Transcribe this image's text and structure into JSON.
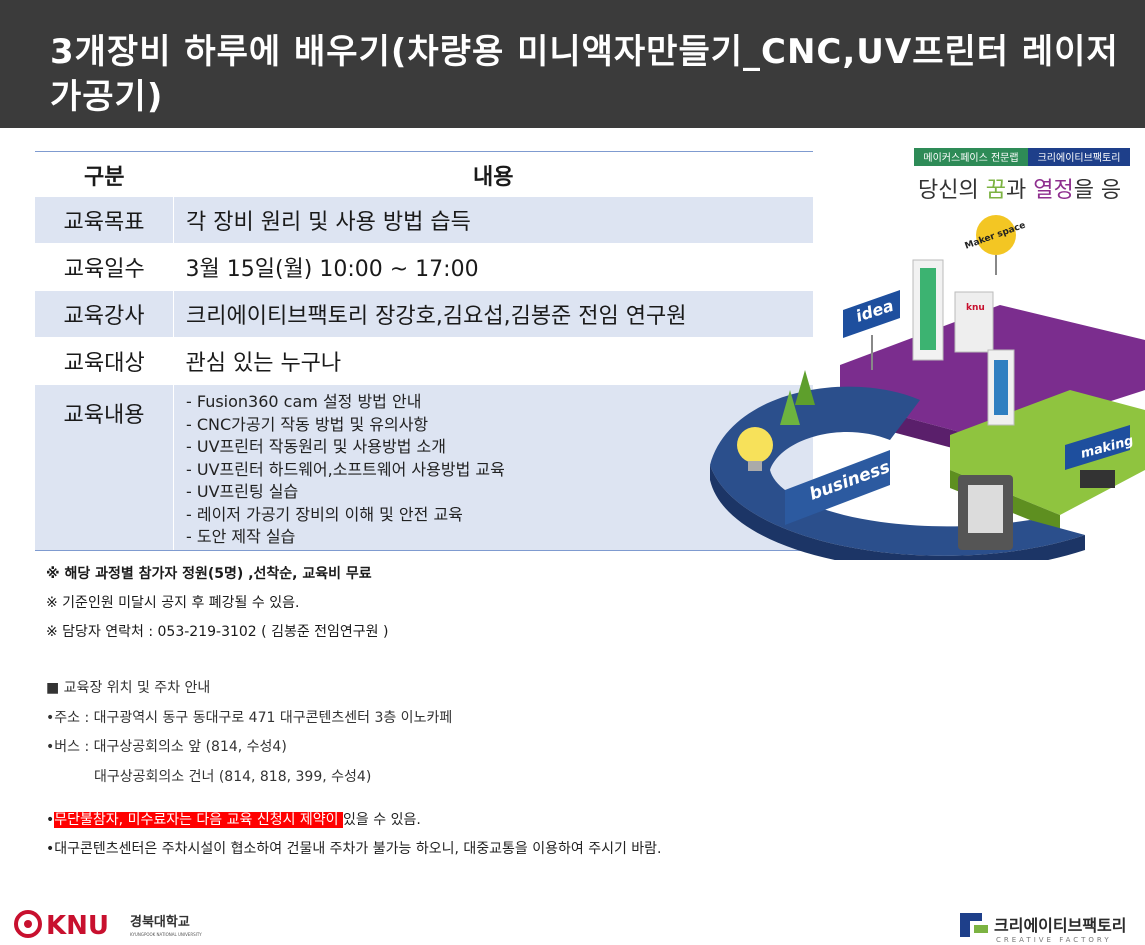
{
  "title": "3개장비 하루에 배우기(차량용 미니액자만들기_CNC,UV프린터 레이저가공기)",
  "table": {
    "head_key": "구분",
    "head_val": "내용",
    "rows": [
      {
        "key": "교육목표",
        "val": "각 장비 원리 및 사용 방법 습득"
      },
      {
        "key": "교육일수",
        "val": "3월 15일(월) 10:00  ~ 17:00"
      },
      {
        "key": "교육강사",
        "val": "크리에이티브팩토리 장강호,김요섭,김봉준 전임 연구원"
      },
      {
        "key": "교육대상",
        "val": "관심 있는 누구나"
      },
      {
        "key": "교육내용",
        "items": [
          "- Fusion360 cam 설정 방법 안내",
          "- CNC가공기 작동 방법 및 유의사항",
          "- UV프린터 작동원리 및 사용방법 소개",
          "- UV프린터 하드웨어,소프트웨어 사용방법 교육",
          "- UV프린팅 실습",
          "- 레이저 가공기 장비의 이해 및 안전 교육",
          "- 도안 제작 실습"
        ]
      }
    ]
  },
  "notes": [
    "※ 해당 과정별 참가자 정원(5명) ,선착순, 교육비 무료",
    "※ 기준인원 미달시 공지 후 폐강될 수 있음.",
    "※ 담당자 연락처 : 053-219-3102 ( 김봉준 전임연구원 )"
  ],
  "location": {
    "heading": "■ 교육장 위치 및 주차 안내",
    "address": "•주소 : 대구광역시 동구 동대구로 471  대구콘텐츠센터 3층 이노카페",
    "bus1": "•버스 : 대구상공회의소 앞 (814,  수성4)",
    "bus2": "대구상공회의소 건너 (814,  818,  399,  수성4)"
  },
  "warnings": {
    "w1_prefix": "•",
    "w1_highlight": "무단불참자, 미수료자는 다음 교육 신청시 제약이 ",
    "w1_rest": "있을 수 있음.",
    "w2": "•대구콘텐츠센터은 주차시설이 협소하여 건물내 주차가 불가능 하오니, 대중교통을 이용하여 주시기 바람."
  },
  "art": {
    "tag1": "메이커스페이스 전문랩",
    "tag2": "크리에이티브팩토리",
    "slogan_1": "당신의 ",
    "slogan_2": "꿈",
    "slogan_3": "과 ",
    "slogan_4": "열정",
    "slogan_5": "을 응",
    "sign_idea": "idea",
    "sign_maker": "Maker space",
    "sign_business": "business",
    "sign_making": "making",
    "sign_knu": "knu"
  },
  "footer": {
    "knu_mark": "KNU",
    "knu_name": "경북대학교",
    "knu_en": "KYUNGPOOK NATIONAL UNIVERSITY",
    "cf_name": "크리에이티브팩토리",
    "cf_en": "CREATIVE FACTORY"
  },
  "colors": {
    "banner": "#3b3b3b",
    "row_shade": "#dde4f2",
    "highlight": "#ff0000",
    "knu_red": "#c8102e",
    "cf_blue": "#1e3f8a",
    "cf_green": "#7cb342"
  }
}
